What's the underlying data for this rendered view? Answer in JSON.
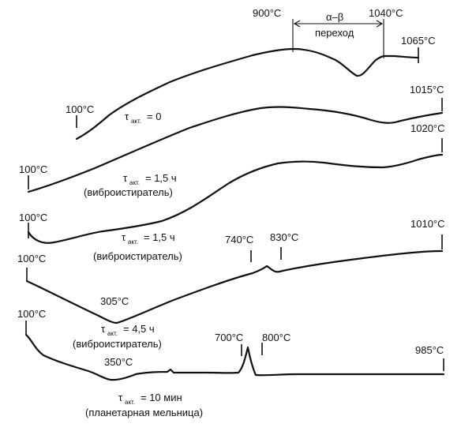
{
  "curves": [
    {
      "start_temp": "100°C",
      "end_temp": "1065°C",
      "tau_symbol": "τ",
      "tau_sub": "акт.",
      "tau_value": "= 0",
      "marks": [
        {
          "label": "900°C"
        },
        {
          "label": "1040°C"
        }
      ],
      "transition_label": "α–β",
      "transition_sub": "переход"
    },
    {
      "start_temp": "100°C",
      "end_temp": "1015°C",
      "tau_symbol": "τ",
      "tau_sub": "акт.",
      "tau_value": "= 1,5 ч",
      "method": "(виброистиратель)"
    },
    {
      "start_temp": "100°C",
      "end_temp": "1020°C",
      "tau_symbol": "τ",
      "tau_sub": "акт.",
      "tau_value": "= 1,5 ч",
      "method": "(виброистиратель)",
      "marks": [
        {
          "label": "740°C"
        },
        {
          "label": "830°C"
        }
      ]
    },
    {
      "start_temp": "100°C",
      "end_temp": "1010°C",
      "tau_symbol": "τ",
      "tau_sub": "акт.",
      "tau_value": "= 4,5 ч",
      "method": "(виброистиратель)",
      "marks": [
        {
          "label": "305°C"
        }
      ]
    },
    {
      "start_temp": "100°C",
      "end_temp": "985°C",
      "tau_symbol": "τ",
      "tau_sub": "акт.",
      "tau_value": "= 10 мин",
      "method": "(планетарная мельница)",
      "marks": [
        {
          "label": "350°C"
        },
        {
          "label": "700°C"
        },
        {
          "label": "800°C"
        }
      ]
    }
  ]
}
